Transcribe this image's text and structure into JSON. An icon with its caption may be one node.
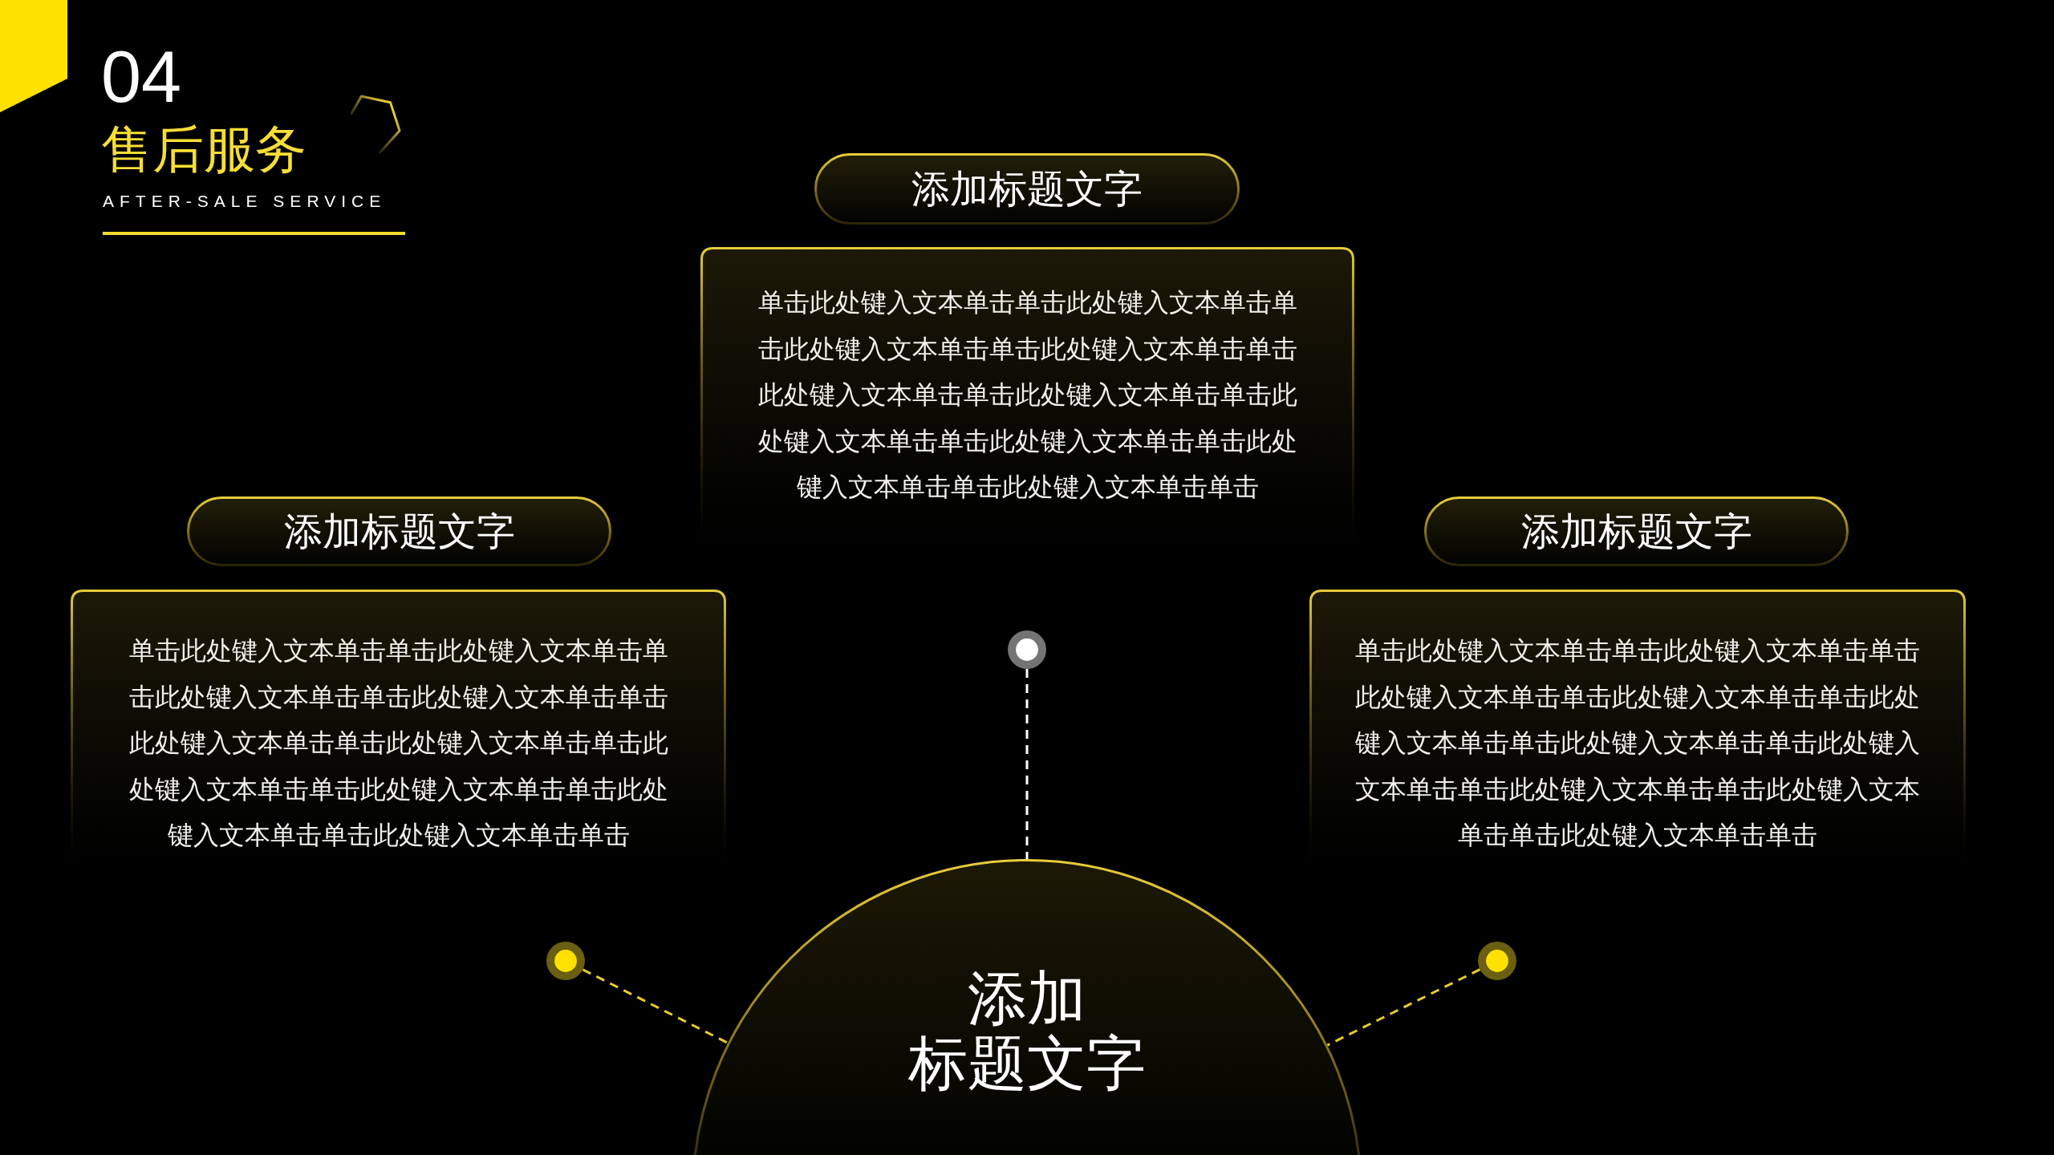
{
  "diagram": {
    "title": "售后服务",
    "nodes": [
      {
        "text": [
          "添加标题文字"
        ]
      },
      {
        "text": [
          "单击此处键入文本单击单击此处键入文本单击单击此处键入文本单击单击此处键入文本单击单击此处键入文本单击单击此处键入文本单击单击此处键入文本单击单击此处键入文本单击单击此处键入文本单击单击此处键入文本单击单击"
        ]
      },
      {
        "text": [
          "添加标题文字"
        ]
      },
      {
        "text": [
          "单击此处键入文本单击单击此处键入文本单击单击此处键入文本单击单击此处键入文本单击单击此处键入文本单击单击此处键入文本单击单击此处键入文本单击单击此处键入文本单击单击此处键入文本单击单击此处键入文本单击单击"
        ]
      },
      {
        "text": [
          "添加标题文字"
        ]
      },
      {
        "text": [
          "单击此处键入文本单击单击此处键入文本单击单击此处键入文本单击单击此处键入文本单击单击此处键入文本单击单击此处键入文本单击单击此处键入文本单击单击此处键入文本单击单击此处键入文本单击单击此处键入文本单击单击"
        ]
      },
      {
        "text": [],
        "shape": "circle"
      },
      {
        "text": [],
        "shape": "circle"
      },
      {
        "text": [],
        "shape": "circle"
      },
      {
        "text": [
          "添加标题文字"
        ]
      }
    ],
    "edges": [
      {
        "from": 6,
        "to": 9,
        "arrow": "none",
        "style": "dashed"
      },
      {
        "from": 7,
        "to": 9,
        "arrow": "none",
        "style": "dashed",
        "color": "#ffffff"
      },
      {
        "from": 8,
        "to": 9,
        "arrow": "none",
        "style": "dashed"
      }
    ],
    "labels": [
      "04",
      "AFTER-SALE SERVICE"
    ]
  }
}
